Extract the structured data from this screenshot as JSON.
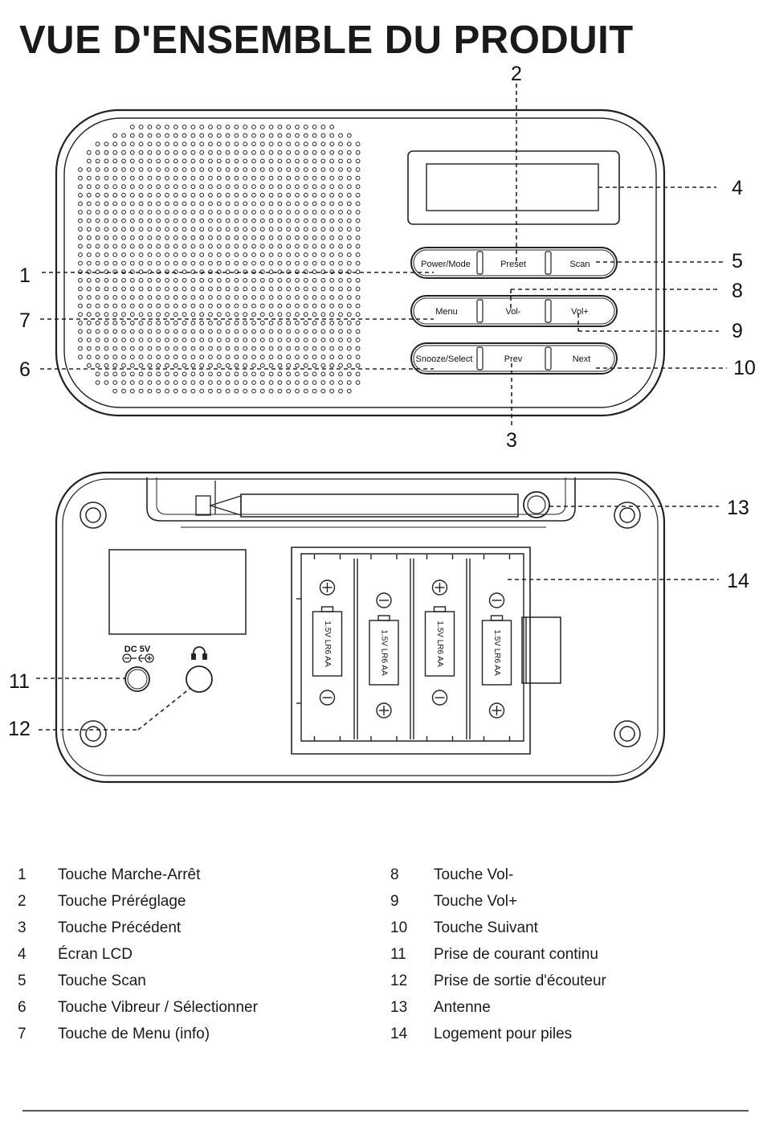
{
  "title": "VUE D'ENSEMBLE DU PRODUIT",
  "front_buttons": {
    "power_mode": "Power/Mode",
    "preset": "Preset",
    "scan": "Scan",
    "menu": "Menu",
    "vol_minus": "Vol-",
    "vol_plus": "Vol+",
    "snooze_select": "Snooze/Select",
    "prev": "Prev",
    "next": "Next"
  },
  "rear_labels": {
    "dc_label": "DC 5V",
    "battery_label": "1.5V LR6 AA"
  },
  "callouts": {
    "c1": "1",
    "c2": "2",
    "c3": "3",
    "c4": "4",
    "c5": "5",
    "c6": "6",
    "c7": "7",
    "c8": "8",
    "c9": "9",
    "c10": "10",
    "c11": "11",
    "c12": "12",
    "c13": "13",
    "c14": "14"
  },
  "legend_left": [
    {
      "num": "1",
      "text": "Touche Marche-Arrêt"
    },
    {
      "num": "2",
      "text": "Touche Préréglage"
    },
    {
      "num": "3",
      "text": "Touche Précédent"
    },
    {
      "num": "4",
      "text": "Écran LCD"
    },
    {
      "num": "5",
      "text": "Touche Scan"
    },
    {
      "num": "6",
      "text": "Touche Vibreur / Sélectionner"
    },
    {
      "num": "7",
      "text": "Touche de Menu (info)"
    }
  ],
  "legend_right": [
    {
      "num": "8",
      "text": "Touche Vol-"
    },
    {
      "num": "9",
      "text": "Touche Vol+"
    },
    {
      "num": "10",
      "text": "Touche Suivant"
    },
    {
      "num": "11",
      "text": "Prise de courant continu"
    },
    {
      "num": "12",
      "text": "Prise de sortie d'écouteur"
    },
    {
      "num": "13",
      "text": "Antenne"
    },
    {
      "num": "14",
      "text": "Logement pour piles"
    }
  ]
}
